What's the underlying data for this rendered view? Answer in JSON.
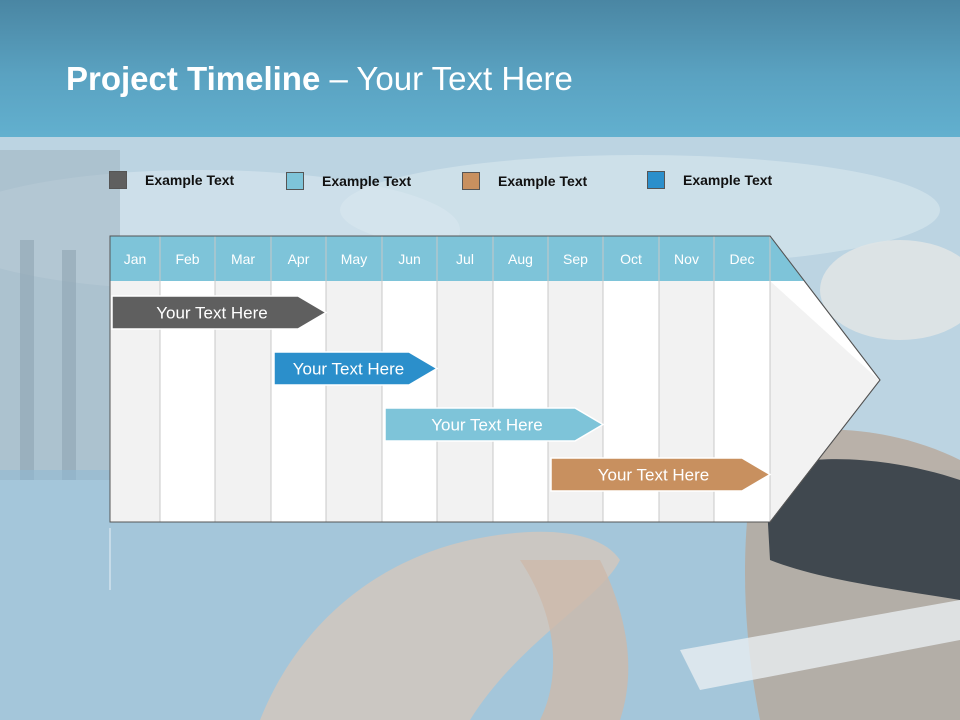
{
  "title": {
    "bold": "Project Timeline",
    "rest": " – Your Text Here"
  },
  "legend": [
    {
      "label": "Example Text",
      "color": "#5f5f5f"
    },
    {
      "label": "Example Text",
      "color": "#7ec4d9"
    },
    {
      "label": "Example Text",
      "color": "#c8905f"
    },
    {
      "label": "Example Text",
      "color": "#2b8fcb"
    }
  ],
  "months": [
    "Jan",
    "Feb",
    "Mar",
    "Apr",
    "May",
    "Jun",
    "Jul",
    "Aug",
    "Sep",
    "Oct",
    "Nov",
    "Dec"
  ],
  "tasks": [
    {
      "label": "Your  Text Here",
      "color": "#5f5f5f",
      "start_month": "Jan",
      "end_month": "Apr"
    },
    {
      "label": "Your  Text Here",
      "color": "#2b8fcb",
      "start_month": "Apr",
      "end_month": "Jun"
    },
    {
      "label": "Your  Text Here",
      "color": "#7ec4d9",
      "start_month": "Jun",
      "end_month": "Sep"
    },
    {
      "label": "Your  Text Here",
      "color": "#c8905f",
      "start_month": "Sep",
      "end_month": "Dec"
    }
  ],
  "colors": {
    "header": "#5aa2c1",
    "month_header": "#7ec4d9",
    "column_shade": "#f2f2f2"
  }
}
